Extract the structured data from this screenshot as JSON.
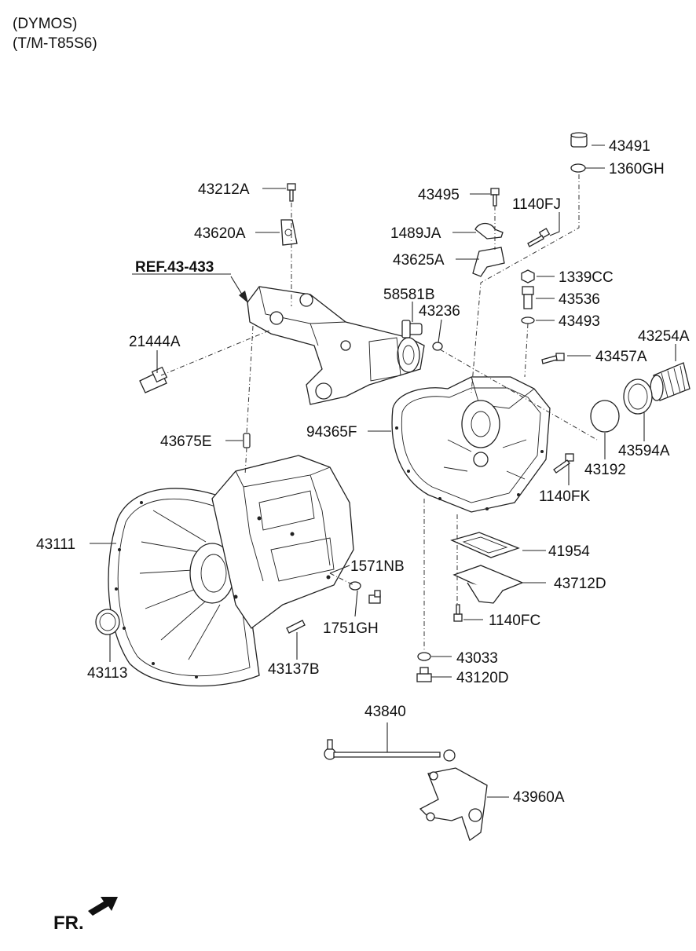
{
  "header": {
    "line1": "(DYMOS)",
    "line2": "(T/M-T85S6)"
  },
  "reference": "REF.43-433",
  "direction_label": "FR.",
  "callouts": {
    "p43491": "43491",
    "p1360GH": "1360GH",
    "p43212A": "43212A",
    "p43495": "43495",
    "p1140FJ": "1140FJ",
    "p43620A": "43620A",
    "p1489JA": "1489JA",
    "p43625A": "43625A",
    "p1339CC": "1339CC",
    "p58581B": "58581B",
    "p43536": "43536",
    "p43236": "43236",
    "p43493": "43493",
    "p43254A": "43254A",
    "p21444A": "21444A",
    "p43457A": "43457A",
    "p94365F": "94365F",
    "p43594A": "43594A",
    "p43192": "43192",
    "p43675E": "43675E",
    "p1140FK": "1140FK",
    "p43111": "43111",
    "p41954": "41954",
    "p1571NB": "1571NB",
    "p43712D": "43712D",
    "p1751GH": "1751GH",
    "p1140FC": "1140FC",
    "p43113": "43113",
    "p43137B": "43137B",
    "p43033": "43033",
    "p43120D": "43120D",
    "p43840": "43840",
    "p43960A": "43960A"
  }
}
